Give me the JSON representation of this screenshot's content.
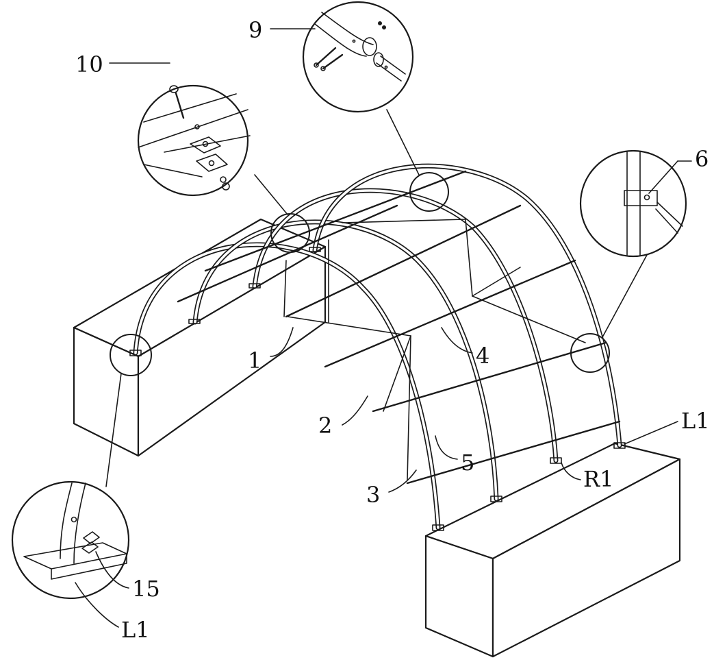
{
  "labels": {
    "l10": "10",
    "l9": "9",
    "l6": "6",
    "l1": "1",
    "l4": "4",
    "l2": "2",
    "l5": "5",
    "l3": "3",
    "lL1_right": "L1",
    "lR1": "R1",
    "l15": "15",
    "lL1_bottom": "L1"
  }
}
